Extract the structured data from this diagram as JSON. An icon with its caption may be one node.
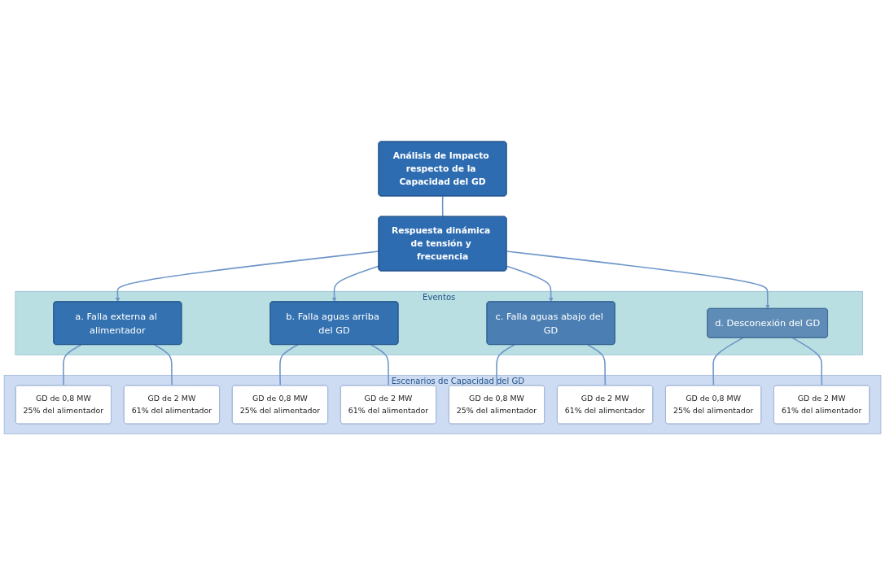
{
  "diagram": {
    "nodes": [
      {
        "text": [
          "Análisis de Impacto respecto de la Capacidad del GD"
        ]
      },
      {
        "text": [
          "Respuesta dinámica de tensión y frecuencia"
        ]
      },
      {
        "text": [
          "Eventos"
        ]
      },
      {
        "text": [
          "a. Falla externa al alimentador"
        ],
        "in": 2
      },
      {
        "text": [
          "b. Falla aguas arriba del GD"
        ],
        "in": 2
      },
      {
        "text": [
          "c. Falla aguas abajo del GD"
        ],
        "in": 2
      },
      {
        "text": [
          "d. Desconexión del GD"
        ],
        "in": 2
      },
      {
        "text": [
          "Escenarios de Capacidad del GD"
        ]
      },
      {
        "text": [
          "GD de 0,8 MW",
          "25% del alimentador"
        ],
        "in": 7
      },
      {
        "text": [
          "GD de 0,8 MW",
          "25% del alimentador"
        ],
        "in": 7
      },
      {
        "text": [
          "GD de 0,8 MW",
          "25% del alimentador"
        ],
        "in": 7
      },
      {
        "text": [
          "GD de 0,8 MW",
          "25% del alimentador"
        ],
        "in": 7
      },
      {
        "text": [
          "GD de 2 MW",
          "61% del alimentador"
        ],
        "in": 7
      },
      {
        "text": [
          "GD de 2 MW",
          "61% del alimentador"
        ],
        "in": 7
      },
      {
        "text": [
          "GD de 2 MW",
          "61% del alimentador"
        ],
        "in": 7
      },
      {
        "text": [
          "GD de 2 MW",
          "61% del alimentador"
        ],
        "in": 7
      }
    ],
    "edges": [
      {
        "from": 0,
        "to": 1,
        "arrow": "none"
      },
      {
        "from": 1,
        "to": 3,
        "arrow": "to"
      },
      {
        "from": 1,
        "to": 4,
        "arrow": "to"
      },
      {
        "from": 1,
        "to": 5,
        "arrow": "to"
      },
      {
        "from": 1,
        "to": 6,
        "arrow": "to"
      },
      {
        "from": 3,
        "to": 8,
        "arrow": "none"
      },
      {
        "from": 3,
        "to": 12,
        "arrow": "none"
      },
      {
        "from": 4,
        "to": 9,
        "arrow": "none"
      },
      {
        "from": 4,
        "to": 13,
        "arrow": "none"
      },
      {
        "from": 5,
        "to": 10,
        "arrow": "none"
      },
      {
        "from": 5,
        "to": 14,
        "arrow": "none"
      },
      {
        "from": 6,
        "to": 11,
        "arrow": "none"
      },
      {
        "from": 6,
        "to": 15,
        "arrow": "none"
      }
    ]
  }
}
